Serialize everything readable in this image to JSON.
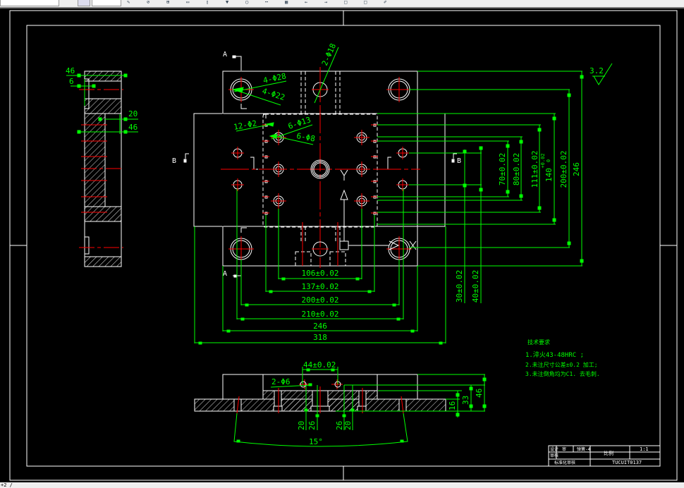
{
  "toolbar": {
    "icons": [
      "draw-icon",
      "snap-icon",
      "grid-icon",
      "layer-icon",
      "window-icon",
      "arrow-down-icon",
      "circle-icon",
      "dims-icon",
      "table-icon",
      "arrow-left-icon",
      "arrow-right-icon",
      "box-icon",
      "box2-icon",
      "pen-icon"
    ]
  },
  "status": {
    "command_text": "+2 /"
  },
  "drawing": {
    "colors": {
      "outline": "#ffffff",
      "dimension": "#00ff00",
      "centerline": "#ff0000",
      "background": "#000000"
    },
    "side_view": {
      "dims": [
        "46",
        "6",
        "20",
        "46"
      ]
    },
    "plan_view": {
      "section_labels": {
        "a_top": "A",
        "a_bottom": "A",
        "b_left": "B",
        "b_right": "B"
      },
      "callouts": [
        "4-Φ28",
        "4-Φ22",
        "2-Φ18",
        "12-Φ2",
        "6-Φ13",
        "6-Φ8"
      ],
      "axis_labels": {
        "y": "Y",
        "x": "X"
      },
      "horizontal_dims": [
        "106±0.02",
        "137±0.02",
        "200±0.02",
        "210±0.02",
        "246",
        "318"
      ],
      "vertical_dims": [
        "70±0.02",
        "80±0.02",
        "111±0.02",
        "140",
        "+0.02",
        "0",
        "200±0.02",
        "246"
      ],
      "lower_vertical_dims": [
        "30±0.02",
        "40±0.02"
      ]
    },
    "surface_finish": "3.2",
    "tech_notes": {
      "title": "技术要求",
      "lines": [
        "1.淬火43-48HRC ;",
        "2.未注尺寸公差±0.2 加工;",
        "3.未注倒角均为C1. 去毛刺."
      ]
    },
    "section_view": {
      "top_dim": "44±0.02",
      "callout": "2-Φ6",
      "bottom_dims": [
        "20",
        "26",
        "26",
        "20"
      ],
      "right_dims": [
        "16",
        "33",
        "46"
      ],
      "angle": "15°"
    },
    "title_block": {
      "cells": [
        "设计",
        "审",
        "弹簧-4",
        "审核",
        "比例",
        "1:1",
        "标准化审核",
        "TUCUIT0137"
      ]
    }
  }
}
